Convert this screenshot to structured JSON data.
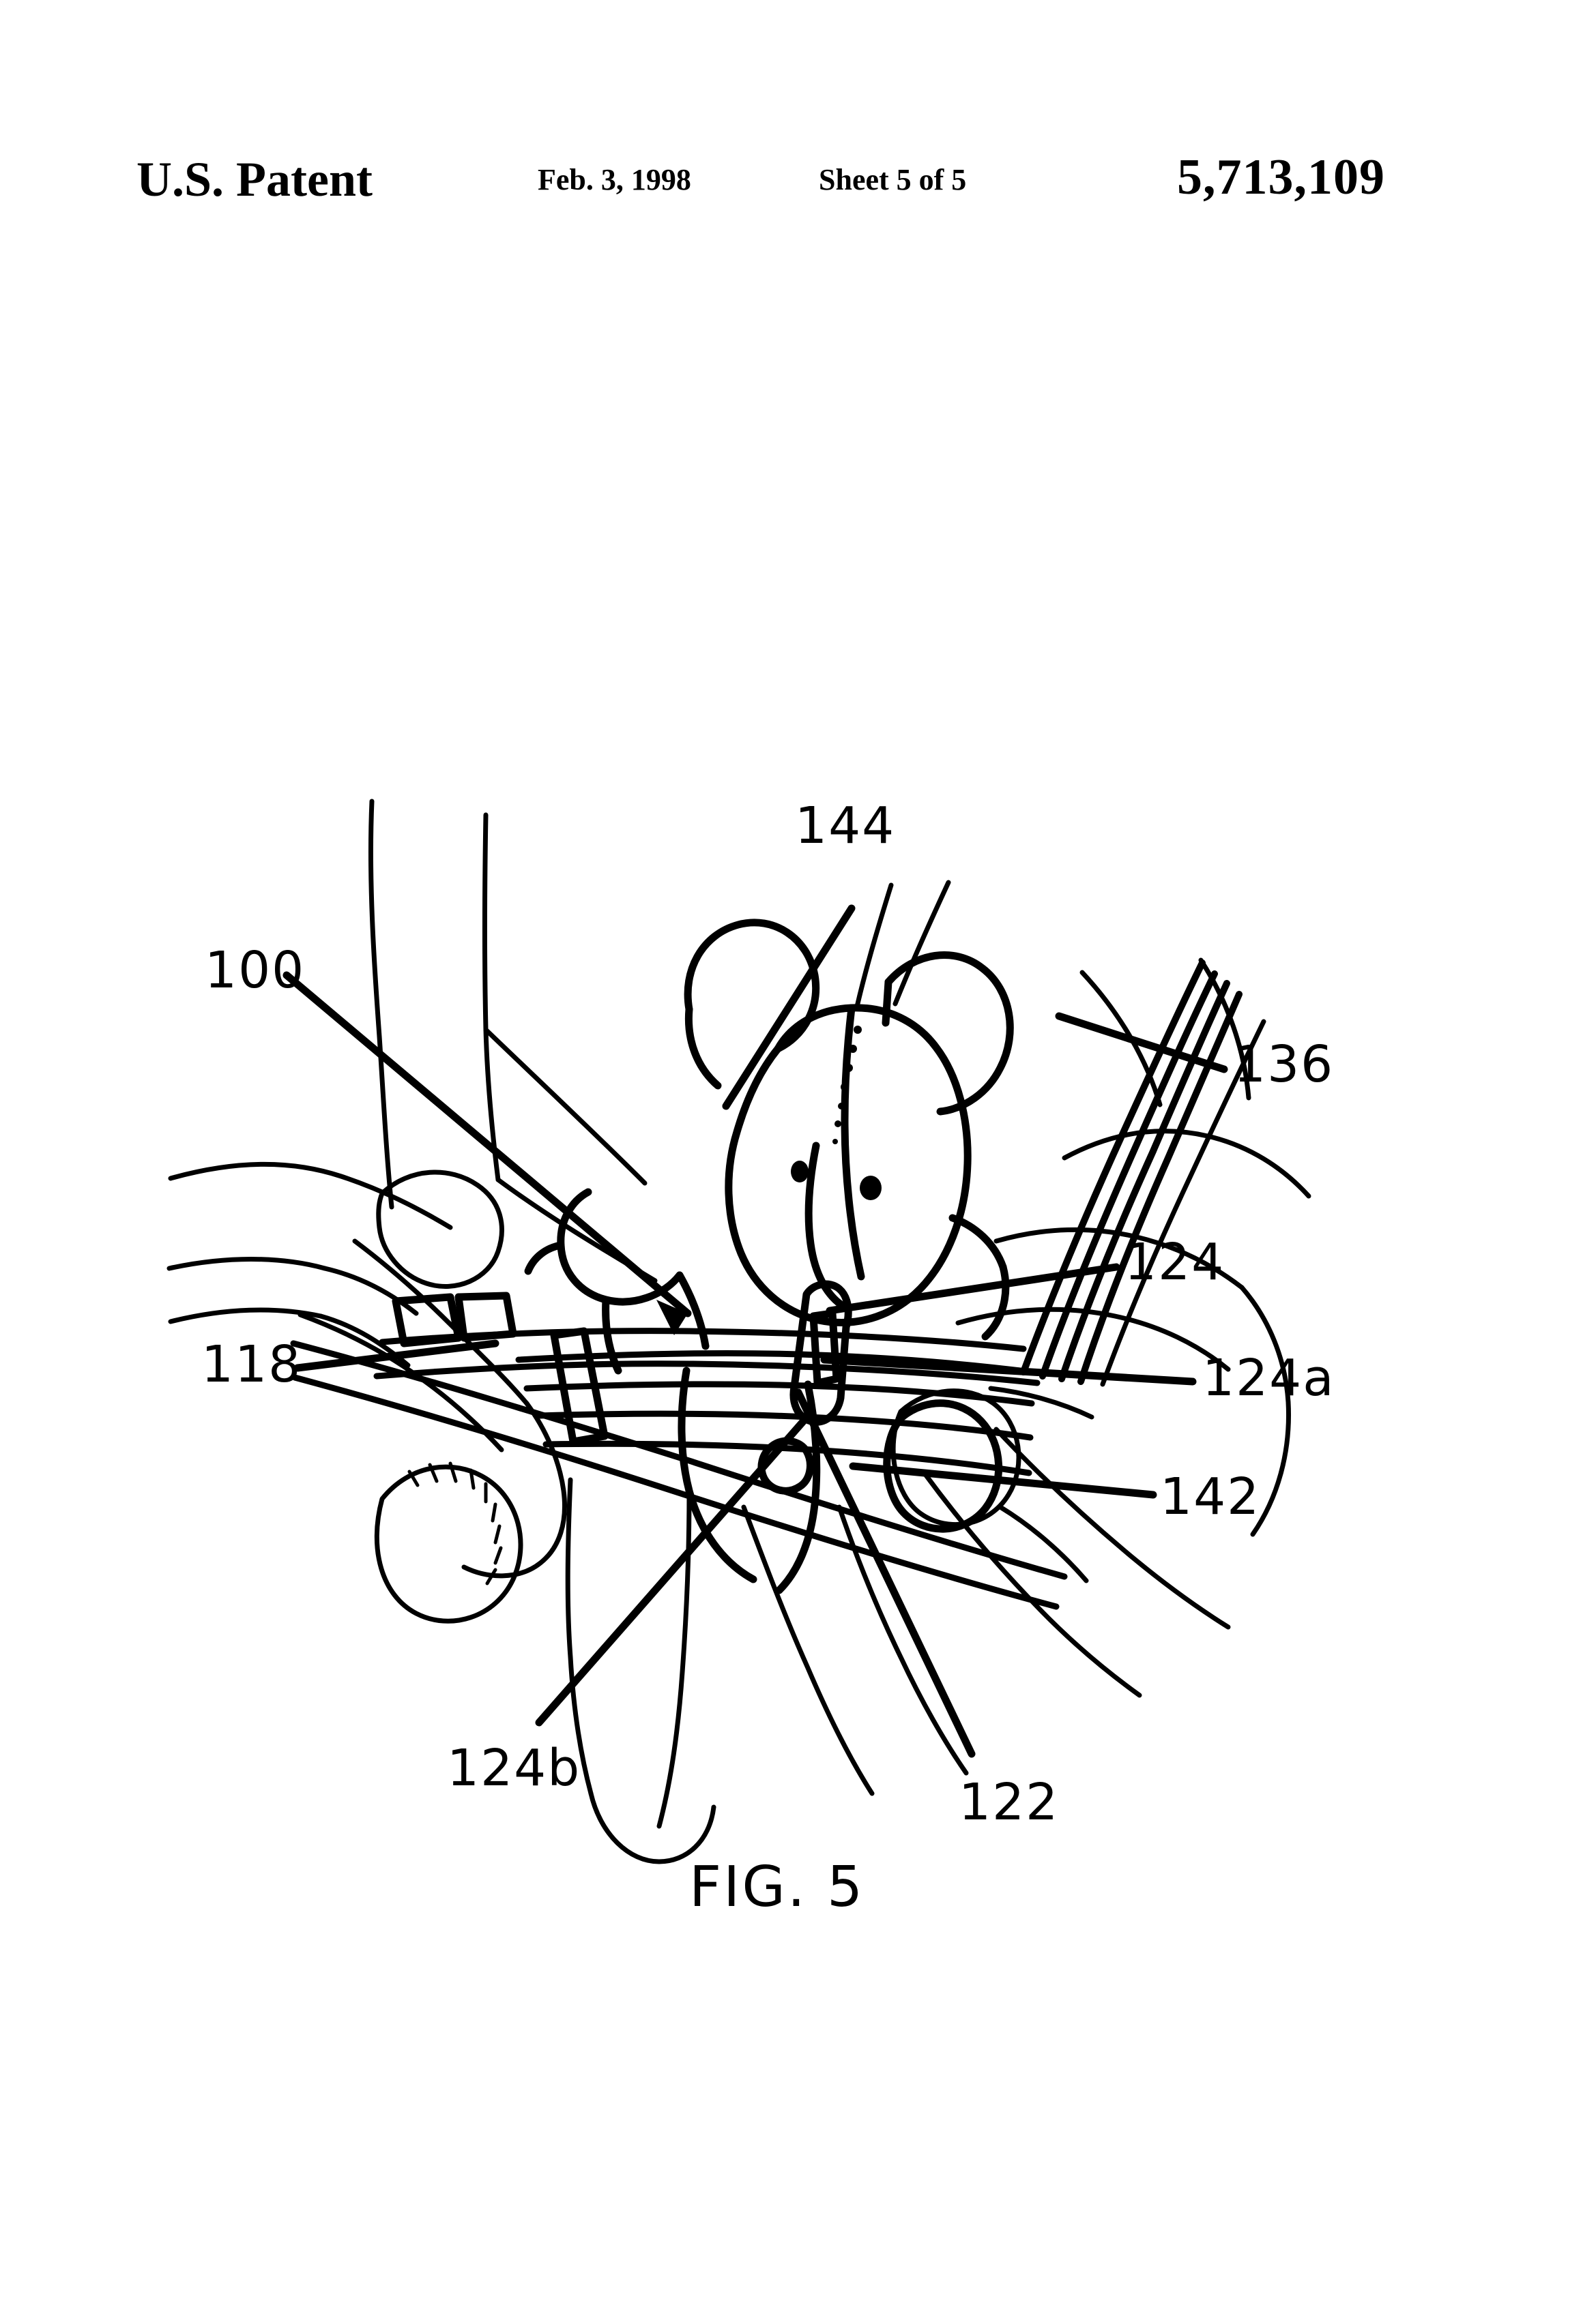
{
  "header": {
    "office": "U.S. Patent",
    "date": "Feb. 3, 1998",
    "sheet": "Sheet 5 of 5",
    "patent_number": "5,713,109"
  },
  "figure": {
    "caption": "FIG. 5",
    "description": "Line drawing of a plush teddy bear toy secured in a harness strap assembly, held within an open human hand",
    "reference_numerals": [
      {
        "id": "144",
        "label": "144"
      },
      {
        "id": "100",
        "label": "100"
      },
      {
        "id": "136",
        "label": "136"
      },
      {
        "id": "124",
        "label": "124"
      },
      {
        "id": "118",
        "label": "118"
      },
      {
        "id": "124a",
        "label": "124a"
      },
      {
        "id": "142",
        "label": "142"
      },
      {
        "id": "124b",
        "label": "124b"
      },
      {
        "id": "122",
        "label": "122"
      }
    ]
  },
  "colors": {
    "ink": "#000000",
    "paper": "#ffffff"
  }
}
